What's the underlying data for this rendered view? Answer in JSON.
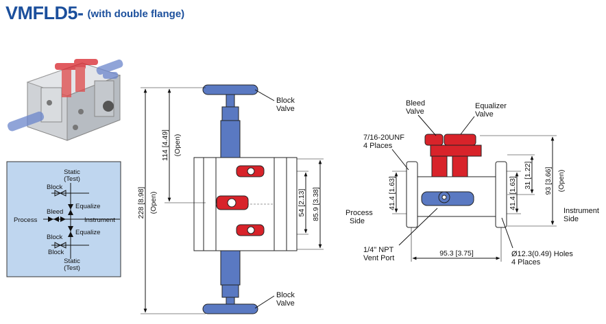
{
  "header": {
    "model": "VMFLD5-",
    "subtitle": "(with double flange)"
  },
  "colors": {
    "brand": "#1b4f9c",
    "handle_red": "#d8232a",
    "handle_blue": "#5a79c2",
    "schematic_bg": "#bfd6ef"
  },
  "schematic": {
    "static_top": [
      "Static",
      "(Test)"
    ],
    "block_top": "Block",
    "bleed": "Bleed",
    "equalize_top": "Equalize",
    "process": "Process",
    "instrument": "Instrument",
    "equalize_bottom": "Equalize",
    "block_bottom_1": "Block",
    "block_bottom_2": "Block",
    "static_bottom": [
      "Static",
      "(Test)"
    ]
  },
  "front_view": {
    "block_valve_top": [
      "Block",
      "Valve"
    ],
    "block_valve_bottom": [
      "Block",
      "Valve"
    ],
    "dim_114": "114 [4.49]",
    "dim_114_note": "(Open)",
    "dim_228": "228 [8.98]",
    "dim_228_note": "(Open)",
    "dim_54": "54 [2.13]",
    "dim_859": "85.9 [3.38]"
  },
  "side_view": {
    "bleed_valve": [
      "Bleed",
      "Valve"
    ],
    "equalizer_valve": [
      "Equalizer",
      "Valve"
    ],
    "thread": [
      "7/16-20UNF",
      "4 Places"
    ],
    "process_side": [
      "Process",
      "Side"
    ],
    "instrument_side": [
      "Instrument",
      "Side"
    ],
    "vent_port": [
      "1/4\" NPT",
      "Vent Port"
    ],
    "holes": [
      "Ø12.3(0.49) Holes",
      "4 Places"
    ],
    "dim_414_left": "41.4 [1.63]",
    "dim_414_right": "41.4 [1.63]",
    "dim_31": "31 [1.22]",
    "dim_93": "93 [3.66]",
    "dim_93_note": "(Open)",
    "dim_953": "95.3 [3.75]"
  }
}
